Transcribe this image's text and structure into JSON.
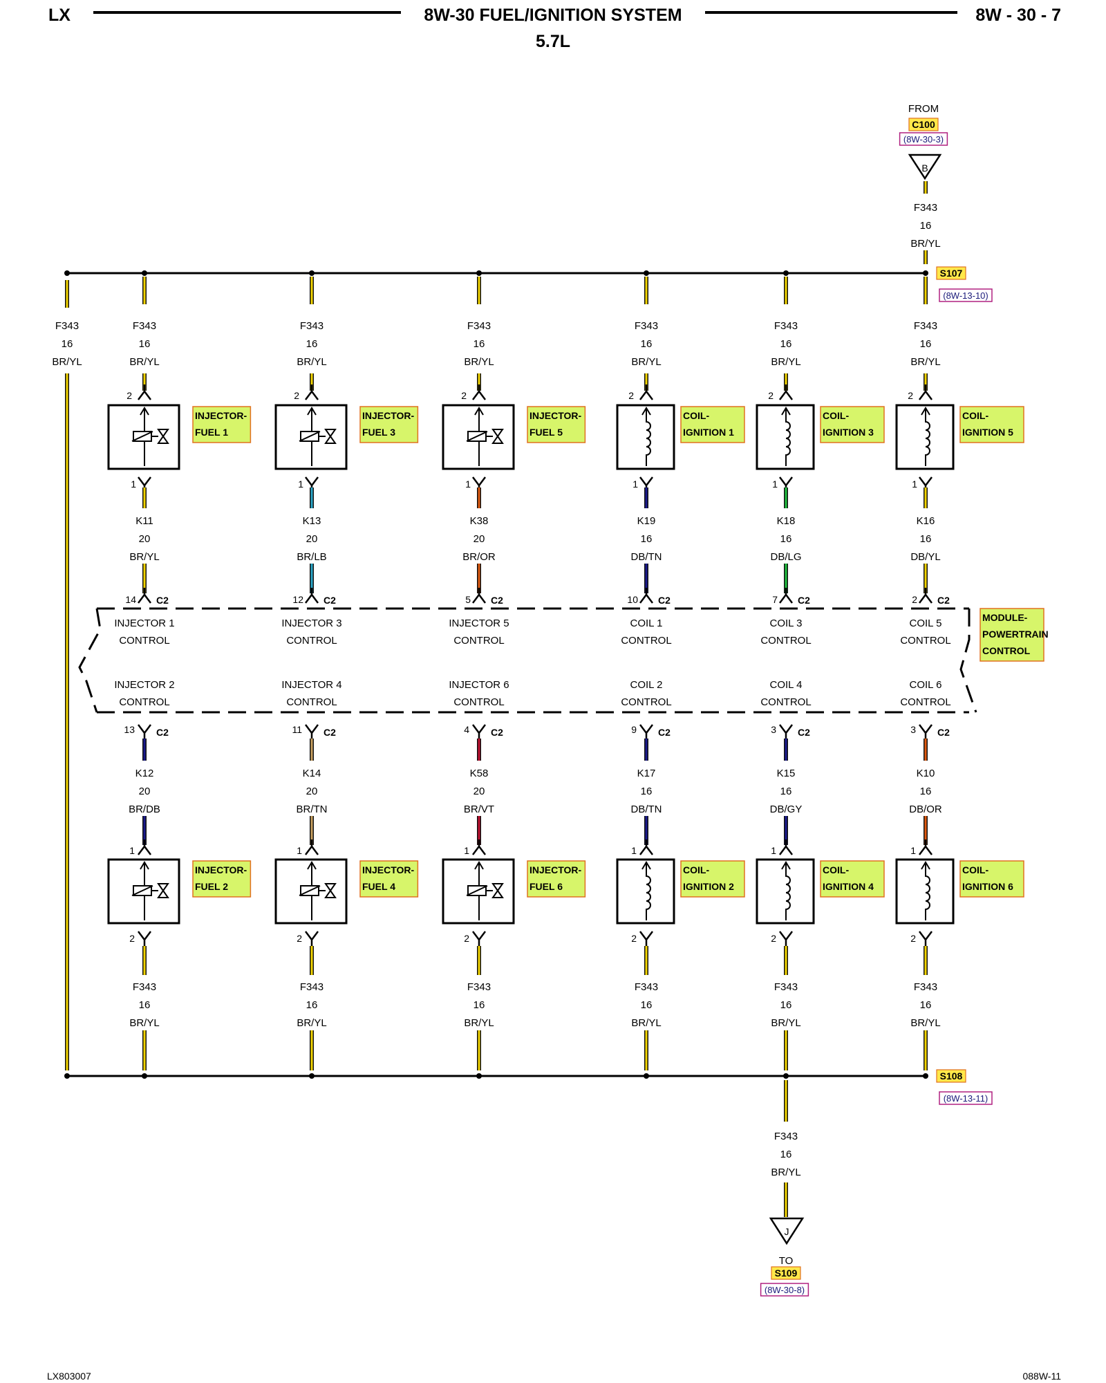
{
  "header": {
    "left": "LX",
    "title": "8W-30 FUEL/IGNITION SYSTEM",
    "subtitle": "5.7L",
    "right": "8W - 30 - 7"
  },
  "footer": {
    "left": "LX803007",
    "right": "088W-11"
  },
  "source": {
    "from": "FROM",
    "connector": "C100",
    "ref": "(8W-30-3)",
    "pin": "B",
    "circuit": "F343",
    "gauge": "16",
    "color": "BR/YL"
  },
  "splice_top": {
    "name": "S107",
    "ref": "(8W-13-10)"
  },
  "splice_bottom": {
    "name": "S108",
    "ref": "(8W-13-11)"
  },
  "left_rail": {
    "circuit": "F343",
    "gauge": "16",
    "color": "BR/YL"
  },
  "destination": {
    "to": "TO",
    "splice": "S109",
    "ref": "(8W-30-8)",
    "pin": "J",
    "circuit": "F343",
    "gauge": "16",
    "color": "BR/YL"
  },
  "pcm": {
    "name": "MODULE-\nPOWERTRAIN\nCONTROL",
    "connector": "C2",
    "columns": [
      {
        "top": {
          "feed": {
            "circuit": "F343",
            "gauge": "16",
            "color": "BR/YL"
          },
          "device": "injector",
          "label": "INJECTOR-\nFUEL 1",
          "pin_in": "2",
          "pin_out": "1",
          "wire": {
            "circuit": "K11",
            "gauge": "20",
            "color": "BR/YL",
            "stripe": "#f2d400"
          },
          "pcm_pin": "14",
          "control": "INJECTOR 1\nCONTROL"
        },
        "bottom": {
          "pcm_pin": "13",
          "control": "INJECTOR 2\nCONTROL",
          "wire": {
            "circuit": "K12",
            "gauge": "20",
            "color": "BR/DB",
            "stripe": "#1a1a8c"
          },
          "device": "injector",
          "label": "INJECTOR-\nFUEL 2",
          "pin_in": "1",
          "pin_out": "2",
          "feed": {
            "circuit": "F343",
            "gauge": "16",
            "color": "BR/YL"
          }
        }
      },
      {
        "top": {
          "feed": {
            "circuit": "F343",
            "gauge": "16",
            "color": "BR/YL"
          },
          "device": "injector",
          "label": "INJECTOR-\nFUEL 3",
          "pin_in": "2",
          "pin_out": "1",
          "wire": {
            "circuit": "K13",
            "gauge": "20",
            "color": "BR/LB",
            "stripe": "#2aa6c8"
          },
          "pcm_pin": "12",
          "control": "INJECTOR 3\nCONTROL"
        },
        "bottom": {
          "pcm_pin": "11",
          "control": "INJECTOR 4\nCONTROL",
          "wire": {
            "circuit": "K14",
            "gauge": "20",
            "color": "BR/TN",
            "stripe": "#c8a060"
          },
          "device": "injector",
          "label": "INJECTOR-\nFUEL 4",
          "pin_in": "1",
          "pin_out": "2",
          "feed": {
            "circuit": "F343",
            "gauge": "16",
            "color": "BR/YL"
          }
        }
      },
      {
        "top": {
          "feed": {
            "circuit": "F343",
            "gauge": "16",
            "color": "BR/YL"
          },
          "device": "injector",
          "label": "INJECTOR-\nFUEL 5",
          "pin_in": "2",
          "pin_out": "1",
          "wire": {
            "circuit": "K38",
            "gauge": "20",
            "color": "BR/OR",
            "stripe": "#e05a10"
          },
          "pcm_pin": "5",
          "control": "INJECTOR 5\nCONTROL"
        },
        "bottom": {
          "pcm_pin": "4",
          "control": "INJECTOR 6\nCONTROL",
          "wire": {
            "circuit": "K58",
            "gauge": "20",
            "color": "BR/VT",
            "stripe": "#c01030"
          },
          "device": "injector",
          "label": "INJECTOR-\nFUEL 6",
          "pin_in": "1",
          "pin_out": "2",
          "feed": {
            "circuit": "F343",
            "gauge": "16",
            "color": "BR/YL"
          }
        }
      },
      {
        "top": {
          "feed": {
            "circuit": "F343",
            "gauge": "16",
            "color": "BR/YL"
          },
          "device": "coil",
          "label": "COIL-\nIGNITION 1",
          "pin_in": "2",
          "pin_out": "1",
          "wire": {
            "circuit": "K19",
            "gauge": "16",
            "color": "DB/TN",
            "stripe": "#1a1a8c"
          },
          "pcm_pin": "10",
          "control": "COIL 1\nCONTROL"
        },
        "bottom": {
          "pcm_pin": "9",
          "control": "COIL 2\nCONTROL",
          "wire": {
            "circuit": "K17",
            "gauge": "16",
            "color": "DB/TN",
            "stripe": "#1a1a8c"
          },
          "device": "coil",
          "label": "COIL-\nIGNITION 2",
          "pin_in": "1",
          "pin_out": "2",
          "feed": {
            "circuit": "F343",
            "gauge": "16",
            "color": "BR/YL"
          }
        }
      },
      {
        "top": {
          "feed": {
            "circuit": "F343",
            "gauge": "16",
            "color": "BR/YL"
          },
          "device": "coil",
          "label": "COIL-\nIGNITION 3",
          "pin_in": "2",
          "pin_out": "1",
          "wire": {
            "circuit": "K18",
            "gauge": "16",
            "color": "DB/LG",
            "stripe": "#20c040"
          },
          "pcm_pin": "7",
          "control": "COIL 3\nCONTROL"
        },
        "bottom": {
          "pcm_pin": "3",
          "control": "COIL 4\nCONTROL",
          "wire": {
            "circuit": "K15",
            "gauge": "16",
            "color": "DB/GY",
            "stripe": "#1a1a8c"
          },
          "device": "coil",
          "label": "COIL-\nIGNITION 4",
          "pin_in": "1",
          "pin_out": "2",
          "feed": {
            "circuit": "F343",
            "gauge": "16",
            "color": "BR/YL"
          }
        }
      },
      {
        "top": {
          "feed": {
            "circuit": "F343",
            "gauge": "16",
            "color": "BR/YL"
          },
          "device": "coil",
          "label": "COIL-\nIGNITION 5",
          "pin_in": "2",
          "pin_out": "1",
          "wire": {
            "circuit": "K16",
            "gauge": "16",
            "color": "DB/YL",
            "stripe": "#f2d400"
          },
          "pcm_pin": "2",
          "control": "COIL 5\nCONTROL"
        },
        "bottom": {
          "pcm_pin": "3",
          "control": "COIL 6\nCONTROL",
          "wire": {
            "circuit": "K10",
            "gauge": "16",
            "color": "DB/OR",
            "stripe": "#e05a10"
          },
          "device": "coil",
          "label": "COIL-\nIGNITION 6",
          "pin_in": "1",
          "pin_out": "2",
          "feed": {
            "circuit": "F343",
            "gauge": "16",
            "color": "BR/YL"
          }
        }
      }
    ]
  },
  "colors": {
    "wire_yellow": "#f2d400",
    "highlight_green": "#d7f56a",
    "highlight_border": "#e07020",
    "highlight_yellow": "#ffe84a",
    "ref_border": "#b02080"
  }
}
